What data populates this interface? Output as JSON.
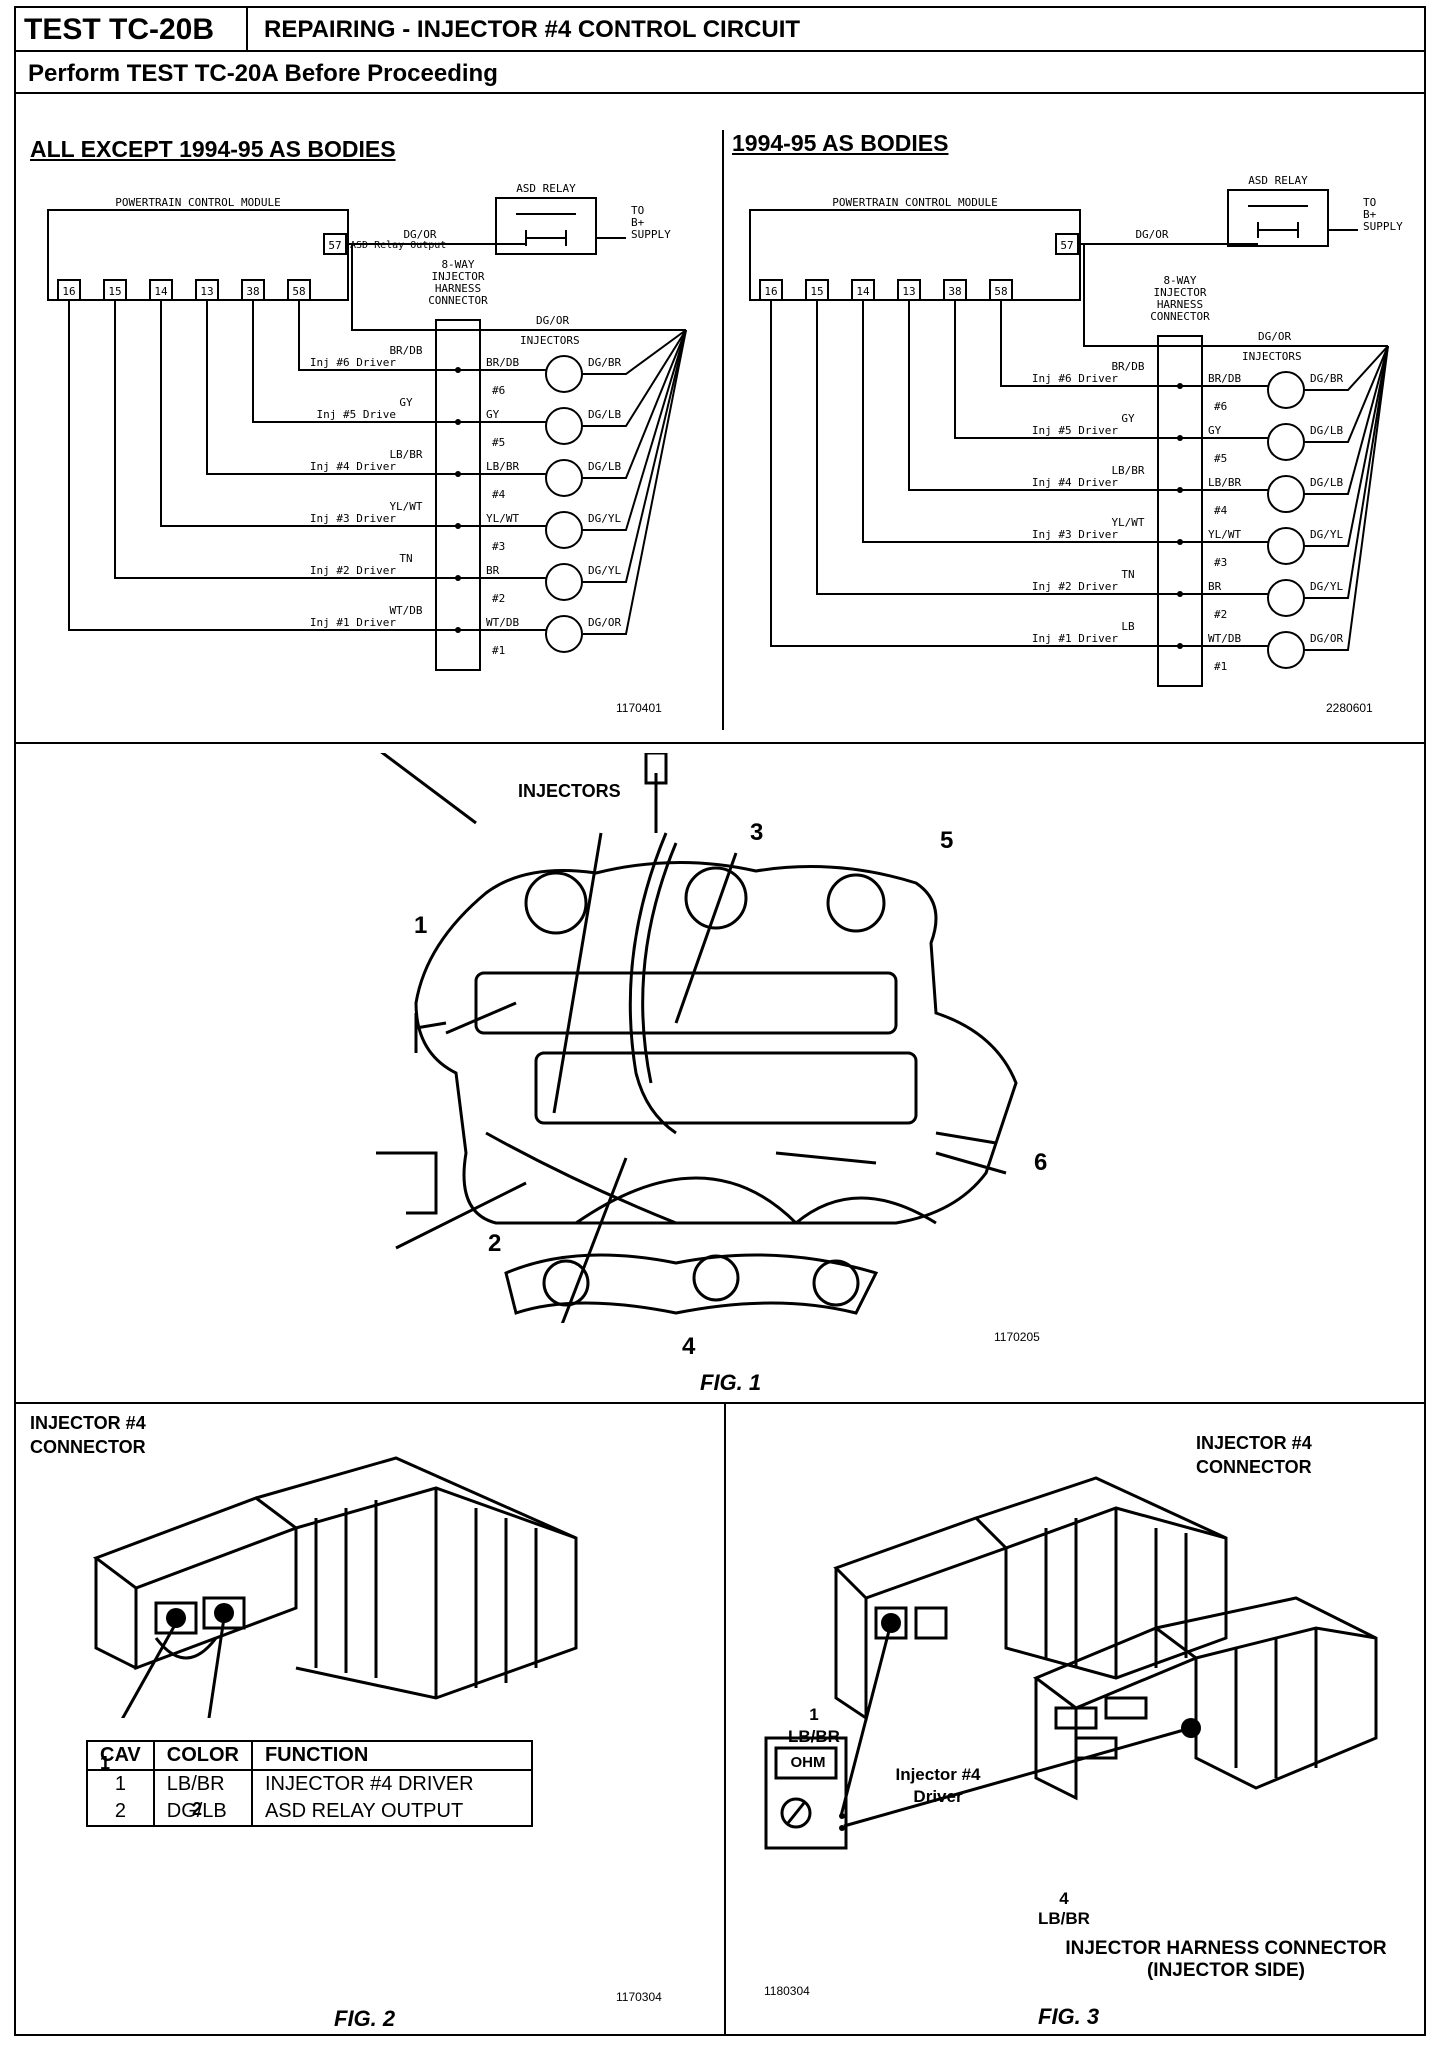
{
  "header": {
    "test_id": "TEST TC-20B",
    "title": "REPAIRING - INJECTOR #4 CONTROL CIRCUIT",
    "subtitle": "Perform TEST TC-20A Before Proceeding"
  },
  "left_diagram": {
    "heading": "ALL EXCEPT 1994-95 AS BODIES",
    "pcm_label": "POWERTRAIN CONTROL MODULE",
    "pins": [
      "16",
      "15",
      "14",
      "13",
      "38",
      "58"
    ],
    "pin57": "57",
    "asd_output": "ASD Relay Output",
    "asd_wire": "DG/OR",
    "asd_relay": "ASD RELAY",
    "supply": [
      "TO",
      "B+",
      "SUPPLY"
    ],
    "harness": [
      "8-WAY",
      "INJECTOR",
      "HARNESS",
      "CONNECTOR"
    ],
    "dgor_top": "DG/OR",
    "injectors_label": "INJECTORS",
    "drivers": [
      {
        "wire": "BR/DB",
        "label": "Inj #6 Driver",
        "hwire": "BR/DB",
        "num": "#6",
        "out": "DG/BR"
      },
      {
        "wire": "GY",
        "label": "Inj #5 Drive",
        "hwire": "GY",
        "num": "#5",
        "out": "DG/LB"
      },
      {
        "wire": "LB/BR",
        "label": "Inj #4 Driver",
        "hwire": "LB/BR",
        "num": "#4",
        "out": "DG/LB"
      },
      {
        "wire": "YL/WT",
        "label": "Inj #3 Driver",
        "hwire": "YL/WT",
        "num": "#3",
        "out": "DG/YL"
      },
      {
        "wire": "TN",
        "label": "Inj #2 Driver",
        "hwire": "BR",
        "num": "#2",
        "out": "DG/YL"
      },
      {
        "wire": "WT/DB",
        "label": "Inj #1 Driver",
        "hwire": "WT/DB",
        "num": "#1",
        "out": "DG/OR"
      }
    ],
    "ref": "1170401"
  },
  "right_diagram": {
    "heading": "1994-95 AS BODIES",
    "pcm_label": "POWERTRAIN CONTROL MODULE",
    "pins": [
      "16",
      "15",
      "14",
      "13",
      "38",
      "58"
    ],
    "pin57": "57",
    "asd_wire": "DG/OR",
    "asd_relay": "ASD RELAY",
    "supply": [
      "TO",
      "B+",
      "SUPPLY"
    ],
    "harness": [
      "8-WAY",
      "INJECTOR",
      "HARNESS",
      "CONNECTOR"
    ],
    "dgor_top": "DG/OR",
    "injectors_label": "INJECTORS",
    "drivers": [
      {
        "wire": "BR/DB",
        "label": "Inj #6 Driver",
        "hwire": "BR/DB",
        "num": "#6",
        "out": "DG/BR"
      },
      {
        "wire": "GY",
        "label": "Inj #5 Driver",
        "hwire": "GY",
        "num": "#5",
        "out": "DG/LB"
      },
      {
        "wire": "LB/BR",
        "label": "Inj #4 Driver",
        "hwire": "LB/BR",
        "num": "#4",
        "out": "DG/LB"
      },
      {
        "wire": "YL/WT",
        "label": "Inj #3 Driver",
        "hwire": "YL/WT",
        "num": "#3",
        "out": "DG/YL"
      },
      {
        "wire": "TN",
        "label": "Inj #2 Driver",
        "hwire": "BR",
        "num": "#2",
        "out": "DG/YL"
      },
      {
        "wire": "LB",
        "label": "Inj #1 Driver",
        "hwire": "WT/DB",
        "num": "#1",
        "out": "DG/OR"
      }
    ],
    "ref": "2280601"
  },
  "fig1": {
    "heading": "INJECTORS",
    "callouts": [
      "1",
      "2",
      "3",
      "4",
      "5",
      "6"
    ],
    "ref": "1170205",
    "caption": "FIG. 1"
  },
  "fig2": {
    "heading_line1": "INJECTOR #4",
    "heading_line2": "CONNECTOR",
    "callouts": [
      "1",
      "2"
    ],
    "table_headers": [
      "CAV",
      "COLOR",
      "FUNCTION"
    ],
    "table_rows": [
      [
        "1",
        "LB/BR",
        "INJECTOR #4 DRIVER"
      ],
      [
        "2",
        "DG/LB",
        "ASD RELAY OUTPUT"
      ]
    ],
    "ref": "1170304",
    "caption": "FIG. 2"
  },
  "fig3": {
    "heading_line1": "INJECTOR #4",
    "heading_line2": "CONNECTOR",
    "probe1_num": "1",
    "probe1_color": "LB/BR",
    "driver_line1": "Injector #4",
    "driver_line2": "Driver",
    "probe4_num": "4",
    "probe4_color": "LB/BR",
    "meter_display": "OHM",
    "harness_line1": "INJECTOR HARNESS CONNECTOR",
    "harness_line2": "(INJECTOR SIDE)",
    "ref": "1180304",
    "caption": "FIG. 3"
  }
}
